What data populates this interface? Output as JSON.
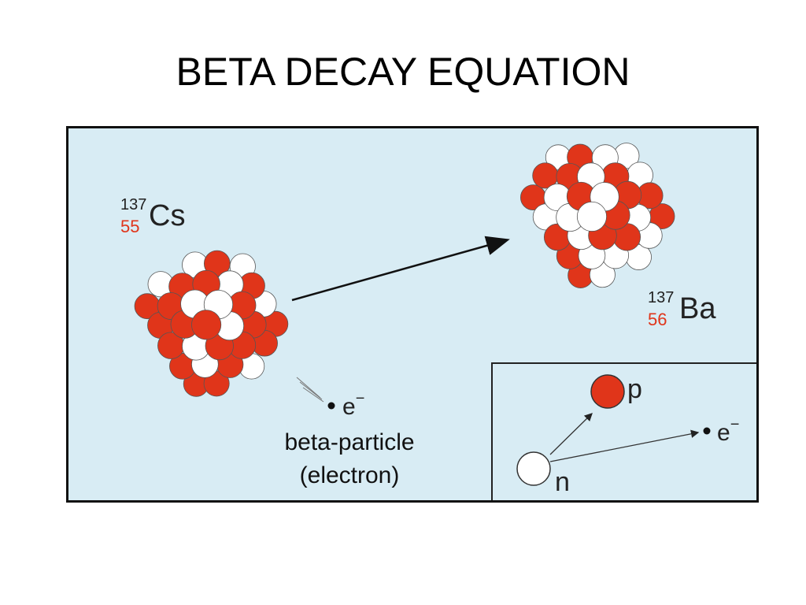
{
  "title": "BETA DECAY EQUATION",
  "colors": {
    "proton": "#e0351a",
    "neutron": "#ffffff",
    "panel": "#d8ecf4"
  },
  "parent": {
    "mass": "137",
    "atomic": "55",
    "symbol": "Cs"
  },
  "daughter": {
    "mass": "137",
    "atomic": "56",
    "symbol": "Ba"
  },
  "electron": {
    "symbol": "e",
    "charge": "−"
  },
  "caption": {
    "line1": "beta-particle",
    "line2": "(electron)"
  },
  "inset": {
    "proton_label": "p",
    "neutron_label": "n",
    "electron_symbol": "e",
    "electron_charge": "−"
  }
}
